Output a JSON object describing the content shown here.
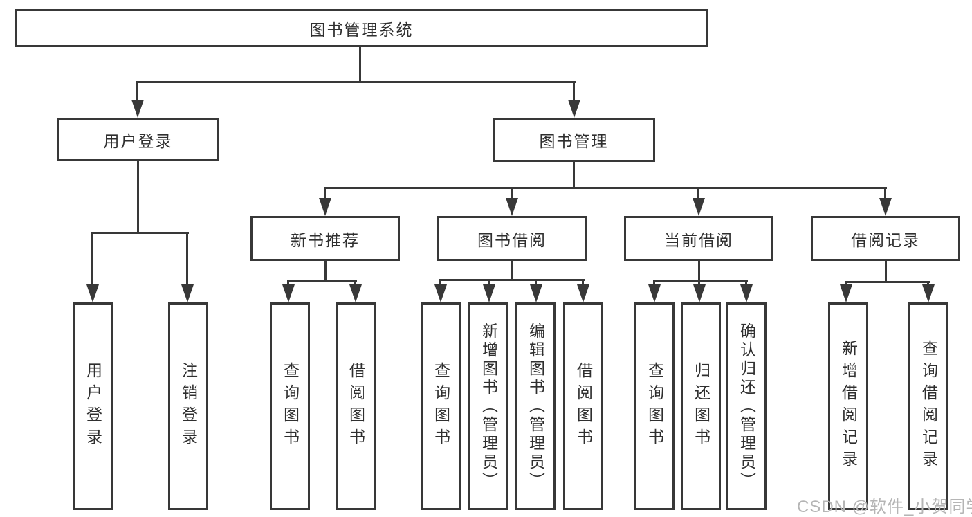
{
  "tree": {
    "root": {
      "label": "图书管理系统"
    },
    "branches": [
      {
        "label": "用户登录",
        "children": [
          {
            "label": "用户登录"
          },
          {
            "label": "注销登录"
          }
        ]
      },
      {
        "label": "图书管理",
        "children": [
          {
            "label": "新书推荐",
            "children": [
              {
                "label": "查询图书"
              },
              {
                "label": "借阅图书"
              }
            ]
          },
          {
            "label": "图书借阅",
            "children": [
              {
                "label": "查询图书"
              },
              {
                "label": "新增图书（管理员）"
              },
              {
                "label": "编辑图书（管理员）"
              },
              {
                "label": "借阅图书"
              }
            ]
          },
          {
            "label": "当前借阅",
            "children": [
              {
                "label": "查询图书"
              },
              {
                "label": "归还图书"
              },
              {
                "label": "确认归还（管理员）"
              }
            ]
          },
          {
            "label": "借阅记录",
            "children": [
              {
                "label": "新增借阅记录"
              },
              {
                "label": "查询借阅记录"
              }
            ]
          }
        ]
      }
    ]
  },
  "watermark": {
    "text": "CSDN @软件_小贺同学"
  },
  "colors": {
    "line": "#383838",
    "text": "#2f2f2f",
    "background": "#ffffff",
    "watermark": "#b5b5b5"
  }
}
